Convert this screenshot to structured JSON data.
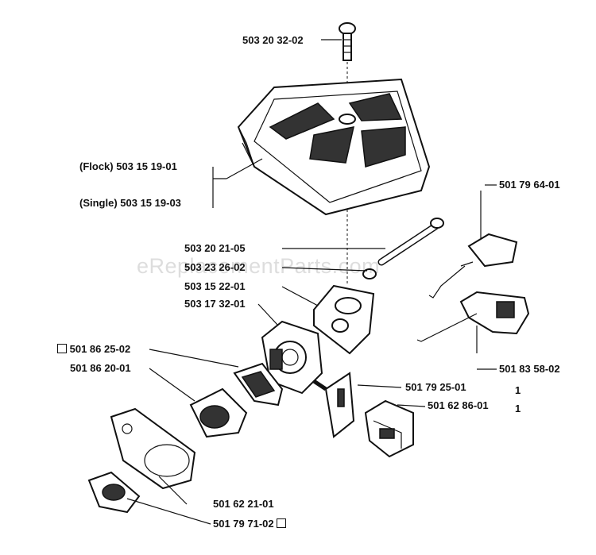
{
  "watermark": "eReplacementParts.com",
  "labels": {
    "l1": "503 20 32-02",
    "l2a": "(Flock) 503 15 19-01",
    "l2b": "(Single) 503 15 19-03",
    "l3": "501 79 64-01",
    "l4": "503 20 21-05",
    "l5": "503 23 26-02",
    "l6": "503 15 22-01",
    "l7": "503 17 32-01",
    "l8": "501 86 25-02",
    "l9": "501 86 20-01",
    "l10": "501 83 58-02",
    "l11": "501 79 25-01",
    "l12": "501 62 86-01",
    "l13": "501 62 21-01",
    "l14": "501 79 71-02"
  },
  "marks": {
    "qty_1": "1",
    "qty_2": "1"
  }
}
